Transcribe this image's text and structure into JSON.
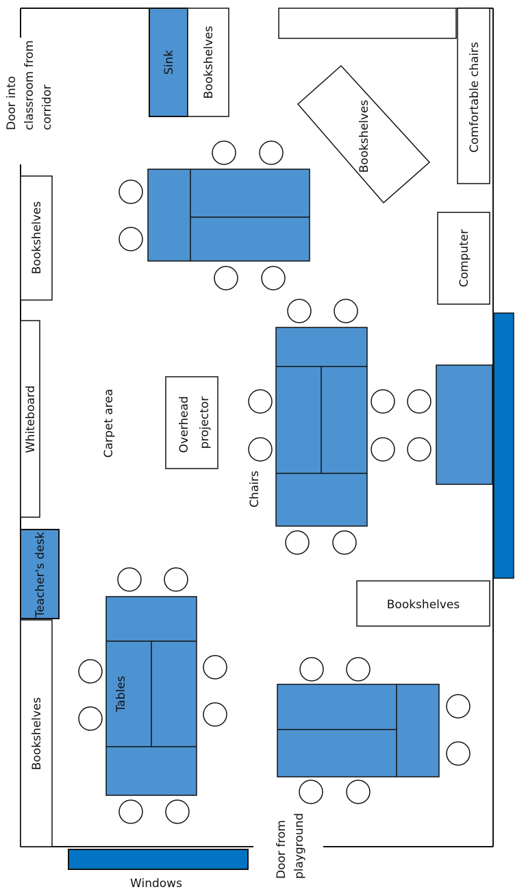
{
  "colors": {
    "table": "#4e93d1",
    "window": "#0274c3",
    "stroke": "#111111",
    "background": "#ffffff"
  },
  "labels": {
    "door_corridor": [
      "Door into",
      "classroom from",
      "corridor"
    ],
    "sink": "Sink",
    "bookshelves_top": "Bookshelves",
    "bookshelves_diagonal": "Bookshelves",
    "comfortable_chairs": "Comfortable chairs",
    "bookshelves_left_top": "Bookshelves",
    "computer": "Computer",
    "whiteboard": "Whiteboard",
    "carpet_area": "Carpet area",
    "overhead_projector": [
      "Overhead",
      "projector"
    ],
    "chairs": "Chairs",
    "teachers_desk": "Teacher's desk",
    "bookshelves_right": "Bookshelves",
    "tables": "Tables",
    "bookshelves_left_bottom": "Bookshelves",
    "door_playground": [
      "Door from",
      "playground"
    ],
    "windows": "Windows"
  }
}
